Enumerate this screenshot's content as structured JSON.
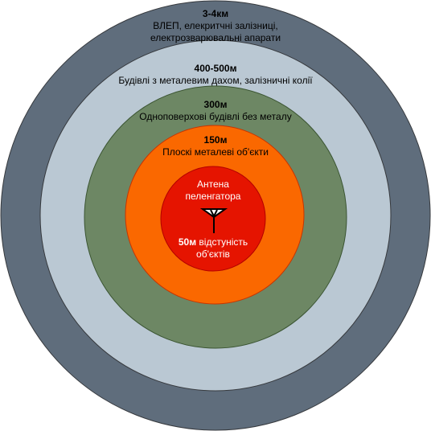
{
  "rings": [
    {
      "id": "ring-3-4km",
      "distance": "3-4км",
      "description_line1": "ВЛЕП, елекритчні залізниці,",
      "description_line2": "електрозварювальні апарати",
      "color": "#5f6d7c"
    },
    {
      "id": "ring-400-500m",
      "distance": "400-500м",
      "description_line1": "Будівлі з металевим дахом, залізничні колії",
      "color": "#bac8d3"
    },
    {
      "id": "ring-300m",
      "distance": "300м",
      "description_line1": "Одноповерхові будівлі без металу",
      "color": "#6d8764"
    },
    {
      "id": "ring-150m",
      "distance": "150м",
      "description_line1": "Плоскі металеві об'єкти",
      "color": "#fa6800"
    },
    {
      "id": "ring-50m",
      "distance": "50м",
      "description_line1": " відстуність",
      "description_line2": "об'єктів",
      "color": "#e51400"
    }
  ],
  "center": {
    "line1": "Антена",
    "line2": "пеленгатора",
    "icon": "antenna-icon"
  }
}
